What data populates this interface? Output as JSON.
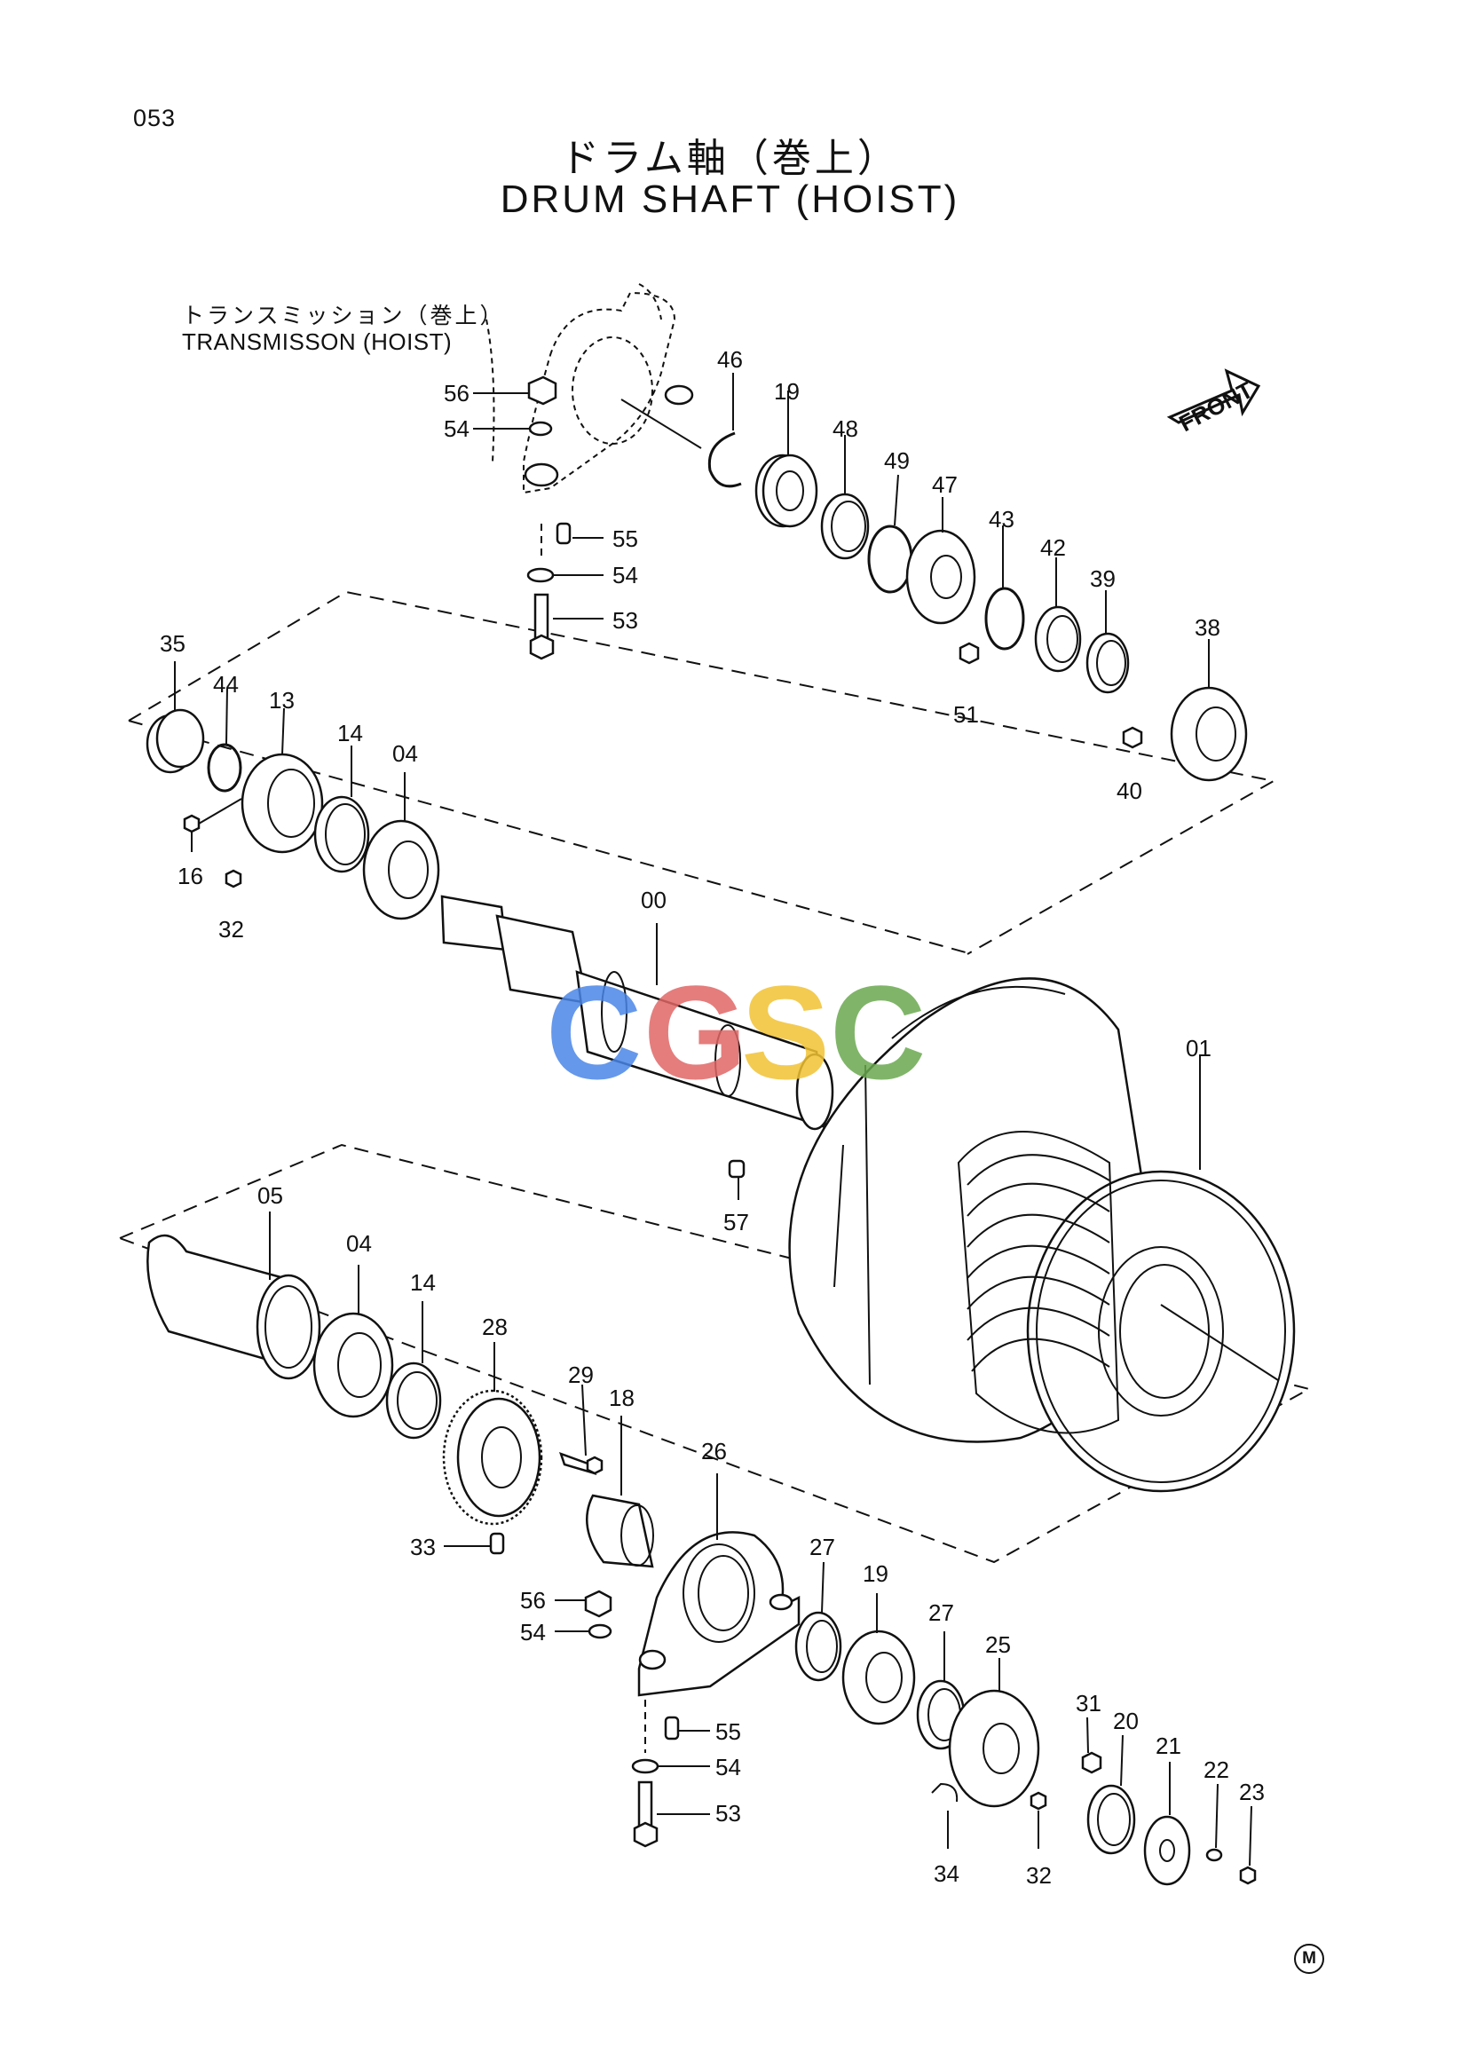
{
  "page_code": "053",
  "title_jp": "ドラム軸（巻上）",
  "title_en": "DRUM SHAFT (HOIST)",
  "subassembly_jp": "トランスミッション（巻上）",
  "subassembly_en": "TRANSMISSON (HOIST)",
  "front_label": "FRONT",
  "watermark": {
    "letters": [
      "C",
      "G",
      "S",
      "C"
    ],
    "colors": [
      "#4a86e8",
      "#e06666",
      "#f1c232",
      "#6aa84f"
    ]
  },
  "mark": "M",
  "part_labels": {
    "p56a": "56",
    "p54a": "54",
    "p55a": "55",
    "p54b": "54",
    "p53a": "53",
    "p46": "46",
    "p19a": "19",
    "p48": "48",
    "p49": "49",
    "p47": "47",
    "p43": "43",
    "p42": "42",
    "p39": "39",
    "p38": "38",
    "p51": "51",
    "p40": "40",
    "p35": "35",
    "p44": "44",
    "p13": "13",
    "p14a": "14",
    "p04a": "04",
    "p16": "16",
    "p32a": "32",
    "p00": "00",
    "p01": "01",
    "p57": "57",
    "p05": "05",
    "p04b": "04",
    "p14b": "14",
    "p28": "28",
    "p29": "29",
    "p18": "18",
    "p26": "26",
    "p33": "33",
    "p56b": "56",
    "p54c": "54",
    "p27a": "27",
    "p19b": "19",
    "p27b": "27",
    "p25": "25",
    "p55b": "55",
    "p54d": "54",
    "p53b": "53",
    "p31": "31",
    "p20": "20",
    "p21": "21",
    "p22": "22",
    "p23": "23",
    "p34": "34",
    "p32b": "32"
  }
}
